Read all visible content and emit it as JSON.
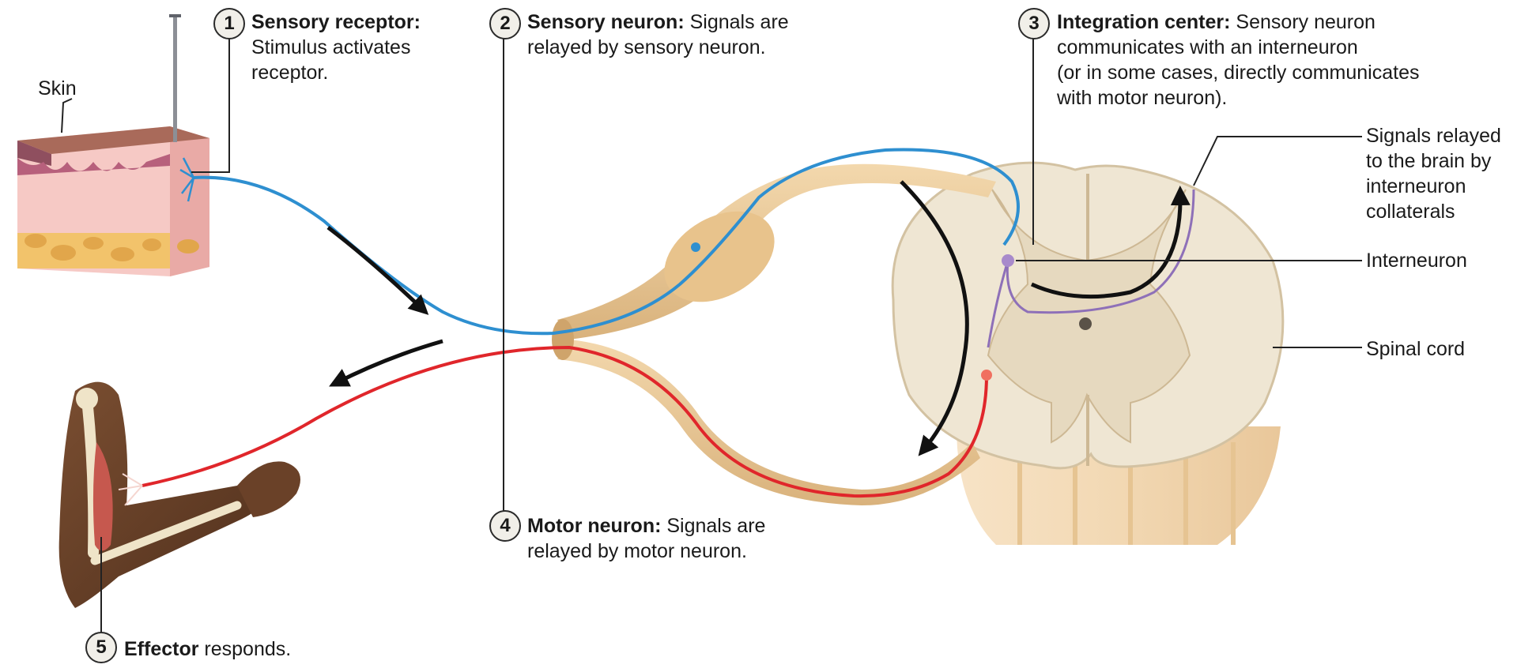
{
  "labels": {
    "skin": "Skin",
    "brain_signals": [
      "Signals relayed",
      "to the brain by",
      "interneuron",
      "collaterals"
    ],
    "interneuron": "Interneuron",
    "spinal_cord": "Spinal cord"
  },
  "steps": [
    {
      "number": "1",
      "title": "Sensory receptor:",
      "lines": [
        "",
        "Stimulus activates",
        "receptor."
      ]
    },
    {
      "number": "2",
      "title": "Sensory neuron:",
      "lines": [
        " Signals are",
        "relayed by sensory neuron."
      ]
    },
    {
      "number": "3",
      "title": "Integration center:",
      "lines": [
        " Sensory neuron",
        "communicates with an interneuron",
        "(or in some cases, directly communicates",
        "with motor neuron)."
      ]
    },
    {
      "number": "4",
      "title": "Motor neuron:",
      "lines": [
        " Signals are",
        "relayed by motor neuron."
      ]
    },
    {
      "number": "5",
      "title": "Effector",
      "lines": [
        " responds."
      ]
    }
  ],
  "colors": {
    "sensory": "#2e8fd0",
    "motor": "#e0262b",
    "nerve": "#e8c796",
    "cord_gray": "#e6d9bf",
    "cord_white": "#efe6d3",
    "interneuron": "#8e70b8",
    "arrow": "#111111"
  }
}
